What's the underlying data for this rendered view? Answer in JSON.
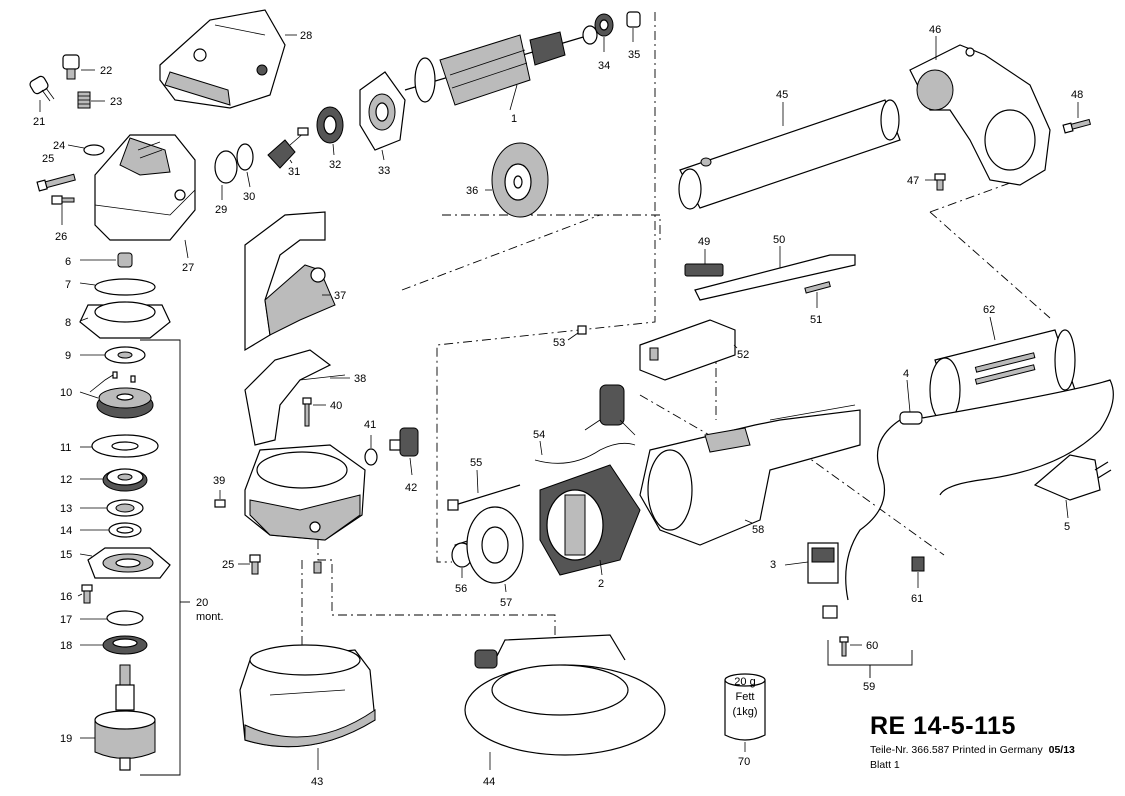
{
  "title_block": {
    "model": "RE 14-5-115",
    "part_line": "Teile-Nr. 366.587 Printed in Germany",
    "date": "05/13",
    "sheet": "Blatt  1"
  },
  "grease_tin": {
    "line1": "20 g",
    "line2": "Fett",
    "line3": "(1kg)"
  },
  "assembly_labels": {
    "part20_line1": "20",
    "part20_line2": "mont."
  },
  "part_numbers": [
    "1",
    "2",
    "3",
    "4",
    "5",
    "6",
    "7",
    "8",
    "9",
    "10",
    "11",
    "12",
    "13",
    "14",
    "15",
    "16",
    "17",
    "18",
    "19",
    "21",
    "22",
    "23",
    "24",
    "25",
    "25",
    "26",
    "27",
    "28",
    "29",
    "30",
    "31",
    "32",
    "33",
    "34",
    "35",
    "36",
    "37",
    "38",
    "39",
    "40",
    "41",
    "42",
    "43",
    "44",
    "45",
    "46",
    "47",
    "48",
    "49",
    "50",
    "51",
    "52",
    "53",
    "54",
    "55",
    "56",
    "57",
    "58",
    "59",
    "60",
    "61",
    "62",
    "70"
  ]
}
